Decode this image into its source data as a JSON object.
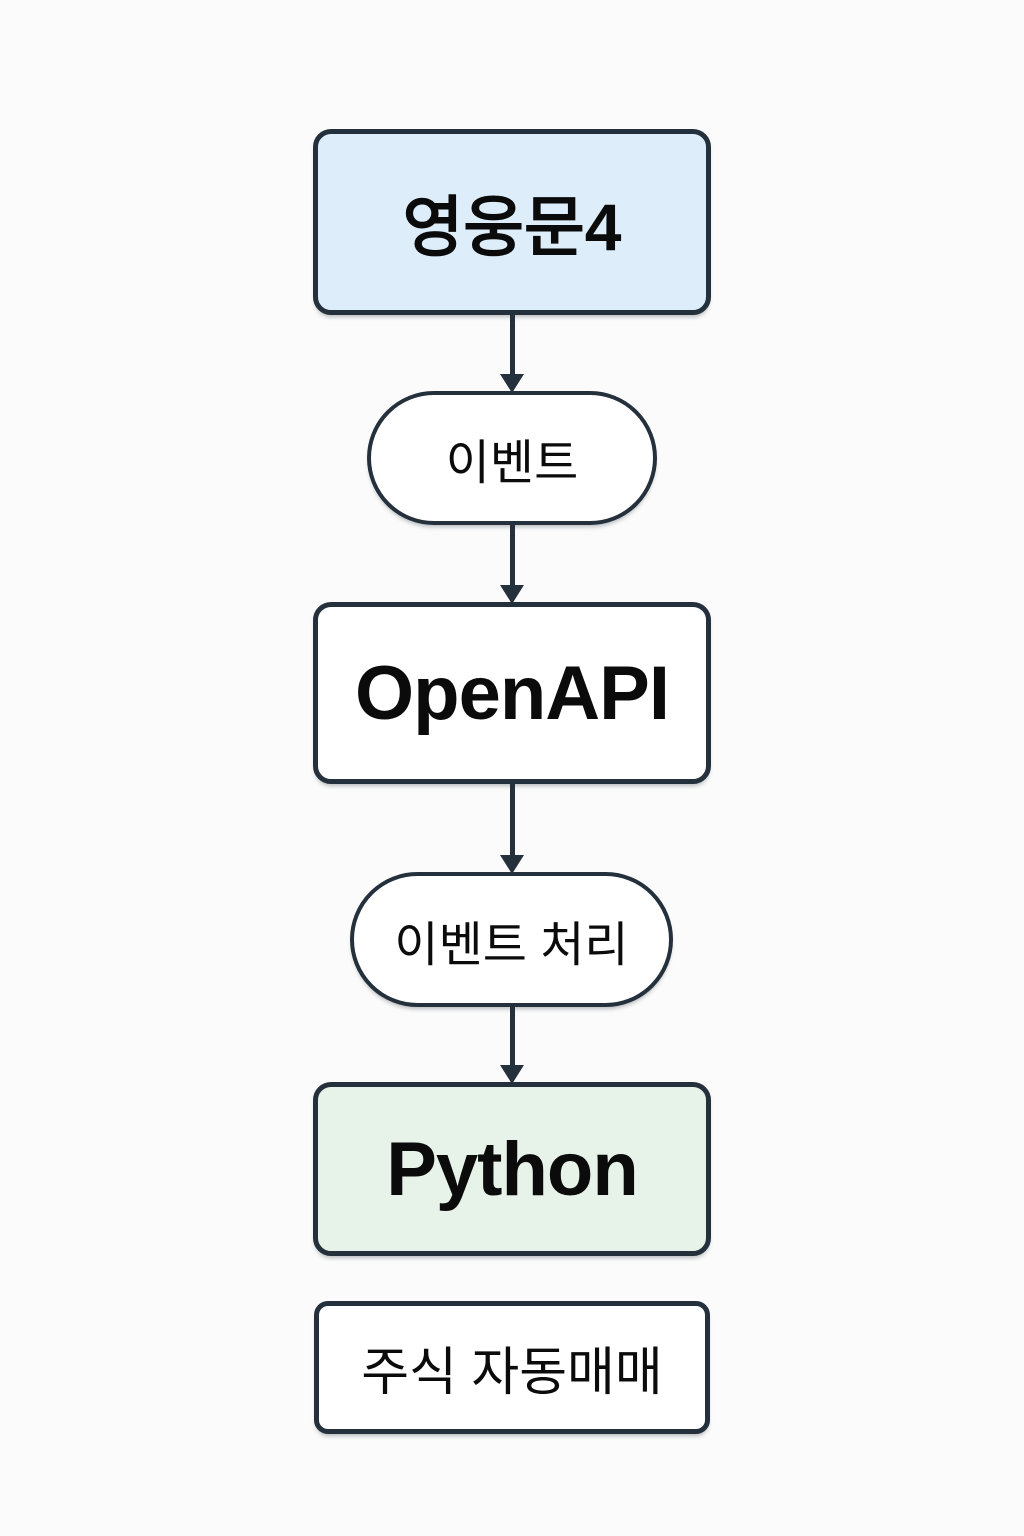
{
  "diagram": {
    "type": "flowchart",
    "direction": "top-down",
    "nodes": [
      {
        "id": "hero-moon-4",
        "label": "영웅문4",
        "shape": "rounded-rect",
        "fill": "#ddeefa"
      },
      {
        "id": "event",
        "label": "이벤트",
        "shape": "stadium",
        "fill": "#ffffff"
      },
      {
        "id": "openapi",
        "label": "OpenAPI",
        "shape": "rounded-rect",
        "fill": "#ffffff"
      },
      {
        "id": "event-processing",
        "label": "이벤트 처리",
        "shape": "stadium",
        "fill": "#ffffff"
      },
      {
        "id": "python",
        "label": "Python",
        "shape": "rounded-rect",
        "fill": "#e7f2e8"
      },
      {
        "id": "stock-auto-trading",
        "label": "주식 자동매매",
        "shape": "rounded-rect",
        "fill": "#ffffff"
      }
    ],
    "edges": [
      {
        "from": "hero-moon-4",
        "to": "event",
        "arrow": true
      },
      {
        "from": "event",
        "to": "openapi",
        "arrow": true
      },
      {
        "from": "openapi",
        "to": "event-processing",
        "arrow": true
      },
      {
        "from": "event-processing",
        "to": "python",
        "arrow": true
      }
    ],
    "colors": {
      "background": "#fbfbfb",
      "stroke": "#25303d",
      "node_blue_fill": "#ddeefa",
      "node_green_fill": "#e7f2e8",
      "node_white_fill": "#ffffff",
      "text": "#0b0b0c"
    }
  }
}
